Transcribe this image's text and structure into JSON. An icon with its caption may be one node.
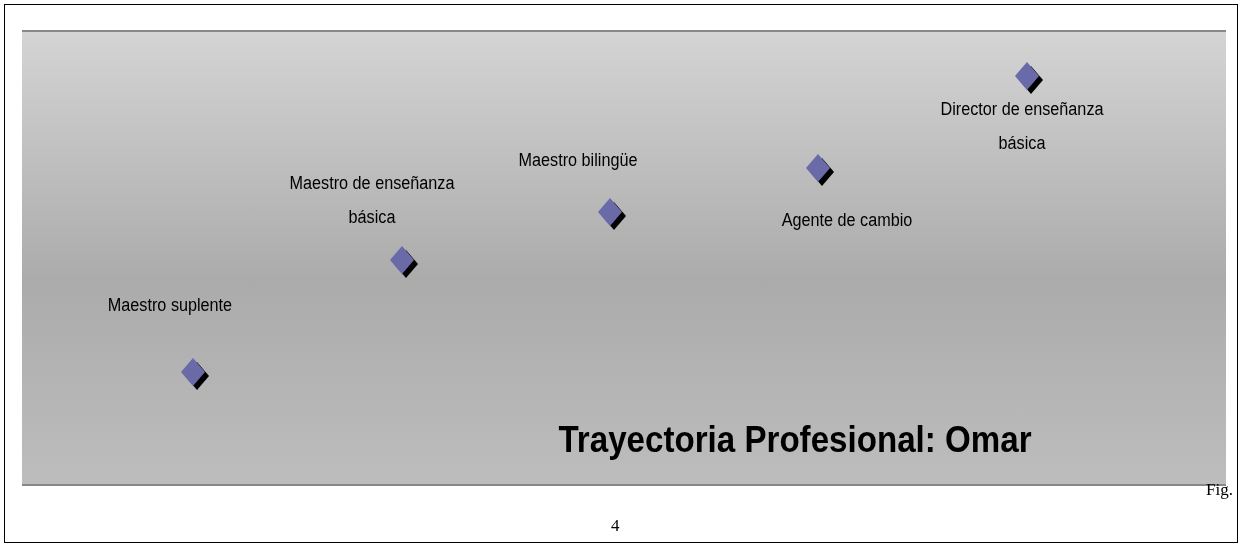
{
  "diagram": {
    "title": "Trayectoria Profesional: Omar",
    "nodes": [
      {
        "text": [],
        "shape": "diamond",
        "beside": [
          "Maestro suplente"
        ]
      },
      {
        "text": [],
        "shape": "diamond",
        "beside": [
          "Maestro de enseñanza básica"
        ]
      },
      {
        "text": [],
        "shape": "diamond",
        "beside": [
          "Maestro bilingüe"
        ]
      },
      {
        "text": [],
        "shape": "diamond",
        "beside": [
          "Agente de cambio"
        ]
      },
      {
        "text": [],
        "shape": "diamond",
        "beside": [
          "Director de enseñanza básica"
        ]
      }
    ],
    "labels": [
      "Fig.",
      "4"
    ]
  }
}
